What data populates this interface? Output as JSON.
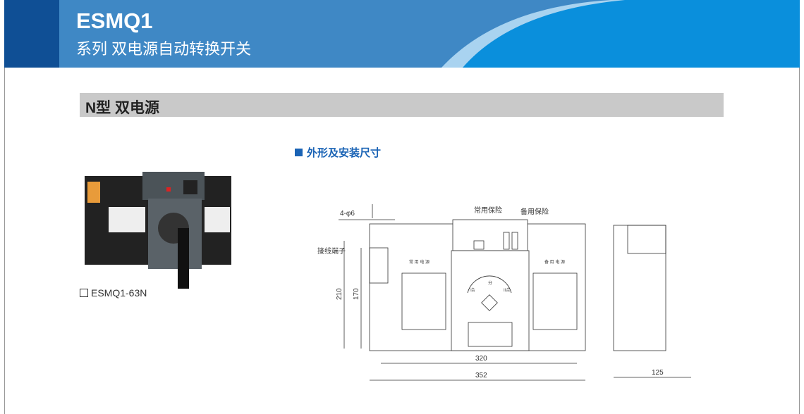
{
  "header": {
    "title": "ESMQ1",
    "subtitle": "系列  双电源自动转换开关"
  },
  "section": {
    "title": "N型 双电源"
  },
  "dimensions_heading": "外形及安装尺寸",
  "product": {
    "caption": "ESMQ1-63N"
  },
  "drawing": {
    "hole_label": "4-φ6",
    "main_fuse": "常用保险",
    "backup_fuse": "备用保险",
    "terminal": "接线端子",
    "main_power": "常 用 电 源",
    "backup_power": "备 用 电 源",
    "dial_off": "分",
    "dial_left": "I合",
    "dial_right": "II合",
    "height_outer": "210",
    "height_inner": "170",
    "width_inner": "320",
    "width_outer": "352",
    "depth": "125"
  },
  "colors": {
    "banner": "#3f88c5",
    "banner_dark": "#0f4f95",
    "accent": "#1a63b5",
    "section_bg": "#c9c9c9"
  }
}
